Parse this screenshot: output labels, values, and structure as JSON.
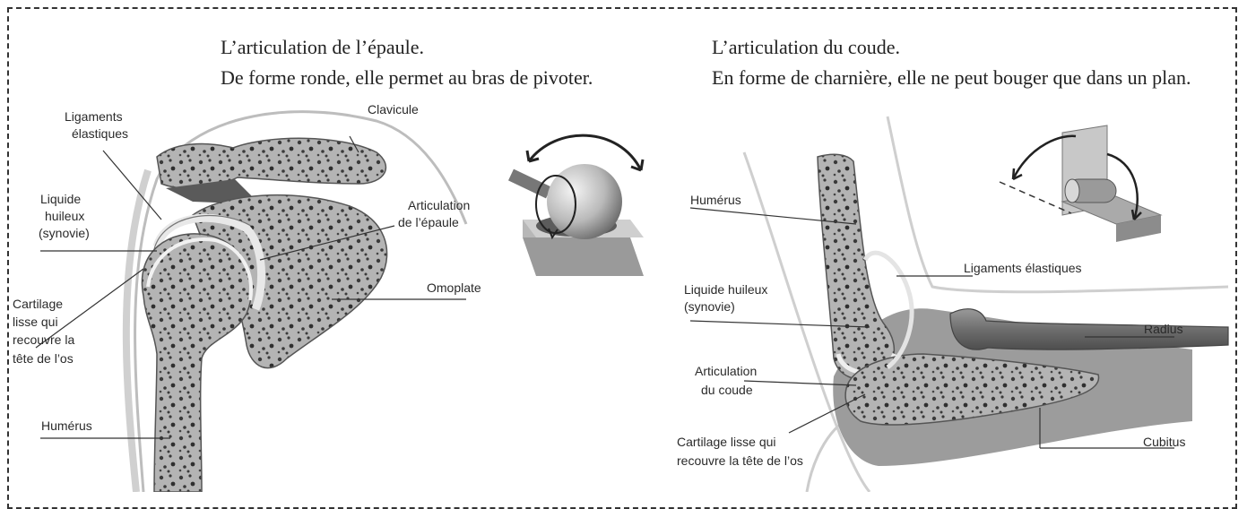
{
  "shoulder": {
    "title_line1": "L’articulation de l’épaule.",
    "title_line2": "De forme ronde, elle permet au bras de pivoter.",
    "labels": {
      "ligaments_l1": "Ligaments",
      "ligaments_l2": "élastiques",
      "clavicule": "Clavicule",
      "liquide_l1": "Liquide",
      "liquide_l2": "huileux",
      "liquide_l3": "(synovie)",
      "articulation_l1": "Articulation",
      "articulation_l2": "de l’épaule",
      "omoplate": "Omoplate",
      "cartilage_l1": "Cartilage",
      "cartilage_l2": "lisse qui",
      "cartilage_l3": "recouvre la",
      "cartilage_l4": "tête de l’os",
      "humerus": "Humérus"
    }
  },
  "elbow": {
    "title_line1": "L’articulation du coude.",
    "title_line2": "En forme de charnière, elle ne peut bouger que dans un plan.",
    "labels": {
      "humerus": "Humérus",
      "ligaments": "Ligaments élastiques",
      "liquide_l1": "Liquide huileux",
      "liquide_l2": "(synovie)",
      "radius": "Radius",
      "articulation_l1": "Articulation",
      "articulation_l2": "du coude",
      "cartilage_l1": "Cartilage lisse qui",
      "cartilage_l2": "recouvre la tête de l’os",
      "cubitus": "Cubitus"
    }
  }
}
